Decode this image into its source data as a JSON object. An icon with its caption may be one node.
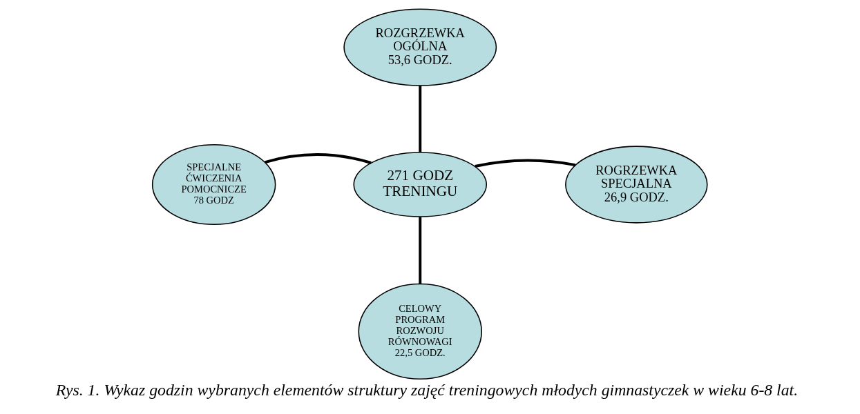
{
  "diagram": {
    "caption": "Rys. 1. Wykaz godzin wybranych elementów struktury zajęć treningowych młodych gimnastyczek w wieku 6-8 lat.",
    "nodes": [
      {
        "text": [
          "ROZGRZEWKA OGÓLNA 53,6 GODZ."
        ]
      },
      {
        "text": [
          "SPECJALNE ĆWICZENIA POMOCNICZE 78 GODZ"
        ]
      },
      {
        "text": [
          "271 GODZ TRENINGU"
        ]
      },
      {
        "text": [
          "ROGRZEWKA SPECJALNA 26,9 GODZ."
        ]
      },
      {
        "text": [
          "CELOWY PROGRAM ROZWOJU RÓWNOWAGI 22,5 GODZ."
        ]
      }
    ],
    "edges": [
      {
        "from": 2,
        "to": 0,
        "arrow": "none"
      },
      {
        "from": 2,
        "to": 1,
        "arrow": "none"
      },
      {
        "from": 2,
        "to": 3,
        "arrow": "none"
      },
      {
        "from": 2,
        "to": 4,
        "arrow": "none"
      }
    ]
  }
}
